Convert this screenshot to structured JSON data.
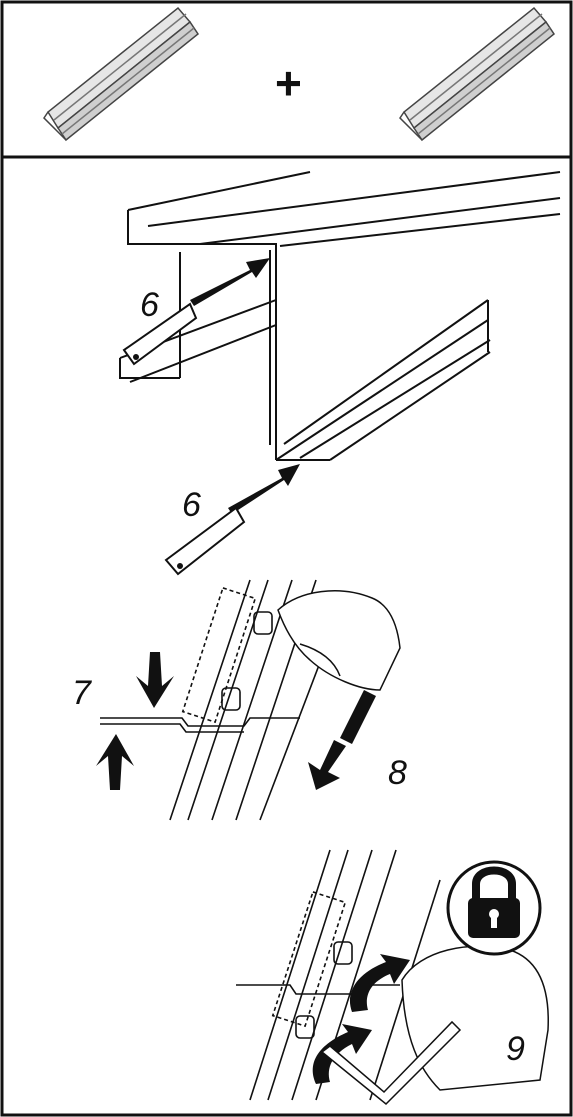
{
  "top_panel": {
    "operator": "+"
  },
  "steps": {
    "step6_upper": "6",
    "step6_lower": "6",
    "step7": "7",
    "step8": "8",
    "step9": "9"
  },
  "icons": {
    "lock": "padlock-icon"
  },
  "colors": {
    "ink": "#111111",
    "profile_gray": "#bdbdbd",
    "paper": "#ffffff"
  }
}
